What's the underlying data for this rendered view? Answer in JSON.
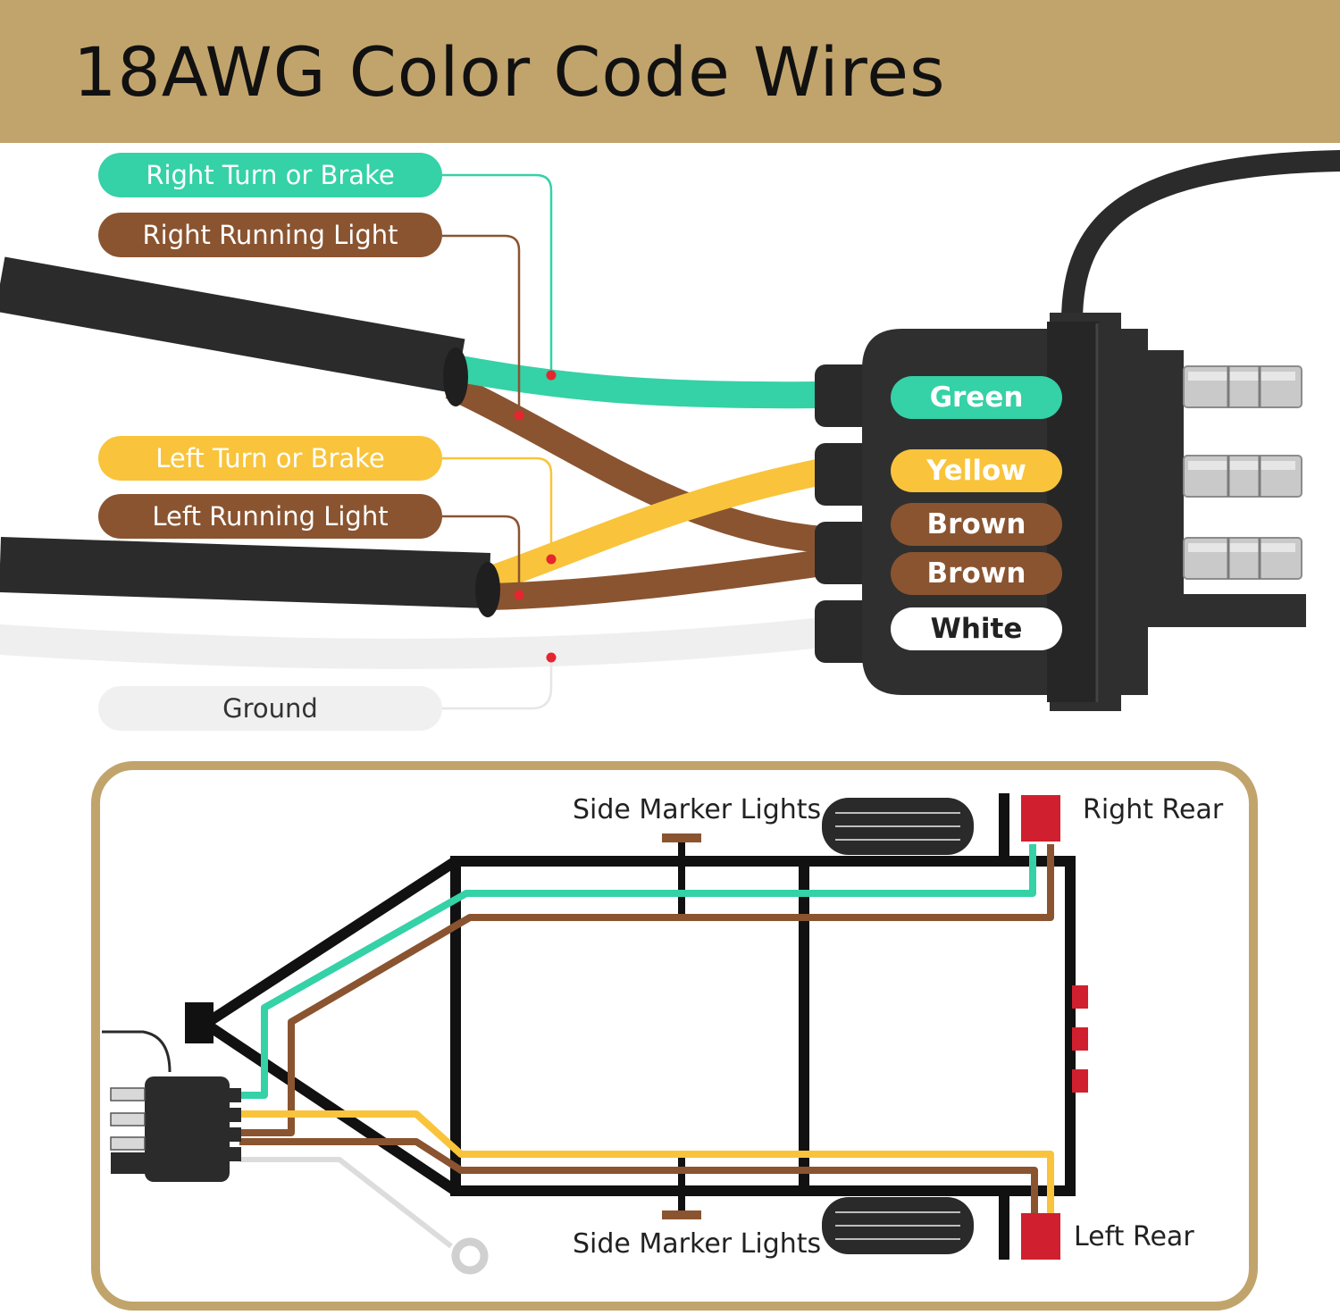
{
  "title": "18AWG Color Code Wires",
  "colors": {
    "header_bg": "#c1a46c",
    "green": "#35d1a7",
    "brown": "#8a5430",
    "yellow": "#f9c43b",
    "white_wire": "#f2f2f2",
    "cable": "#2b2b2b",
    "lamp_red": "#d0202f",
    "frame_border": "#c1a46c"
  },
  "functions": {
    "right_turn_brake": "Right Turn or Brake",
    "right_running": "Right Running Light",
    "left_turn_brake": "Left Turn or Brake",
    "left_running": "Left Running Light",
    "ground": "Ground"
  },
  "connector": {
    "pins": [
      "Green",
      "Yellow",
      "Brown",
      "Brown",
      "White"
    ]
  },
  "trailer_diagram": {
    "side_marker_top": "Side Marker Lights",
    "side_marker_bottom": "Side Marker Lights",
    "right_rear": "Right Rear",
    "left_rear": "Left Rear"
  }
}
